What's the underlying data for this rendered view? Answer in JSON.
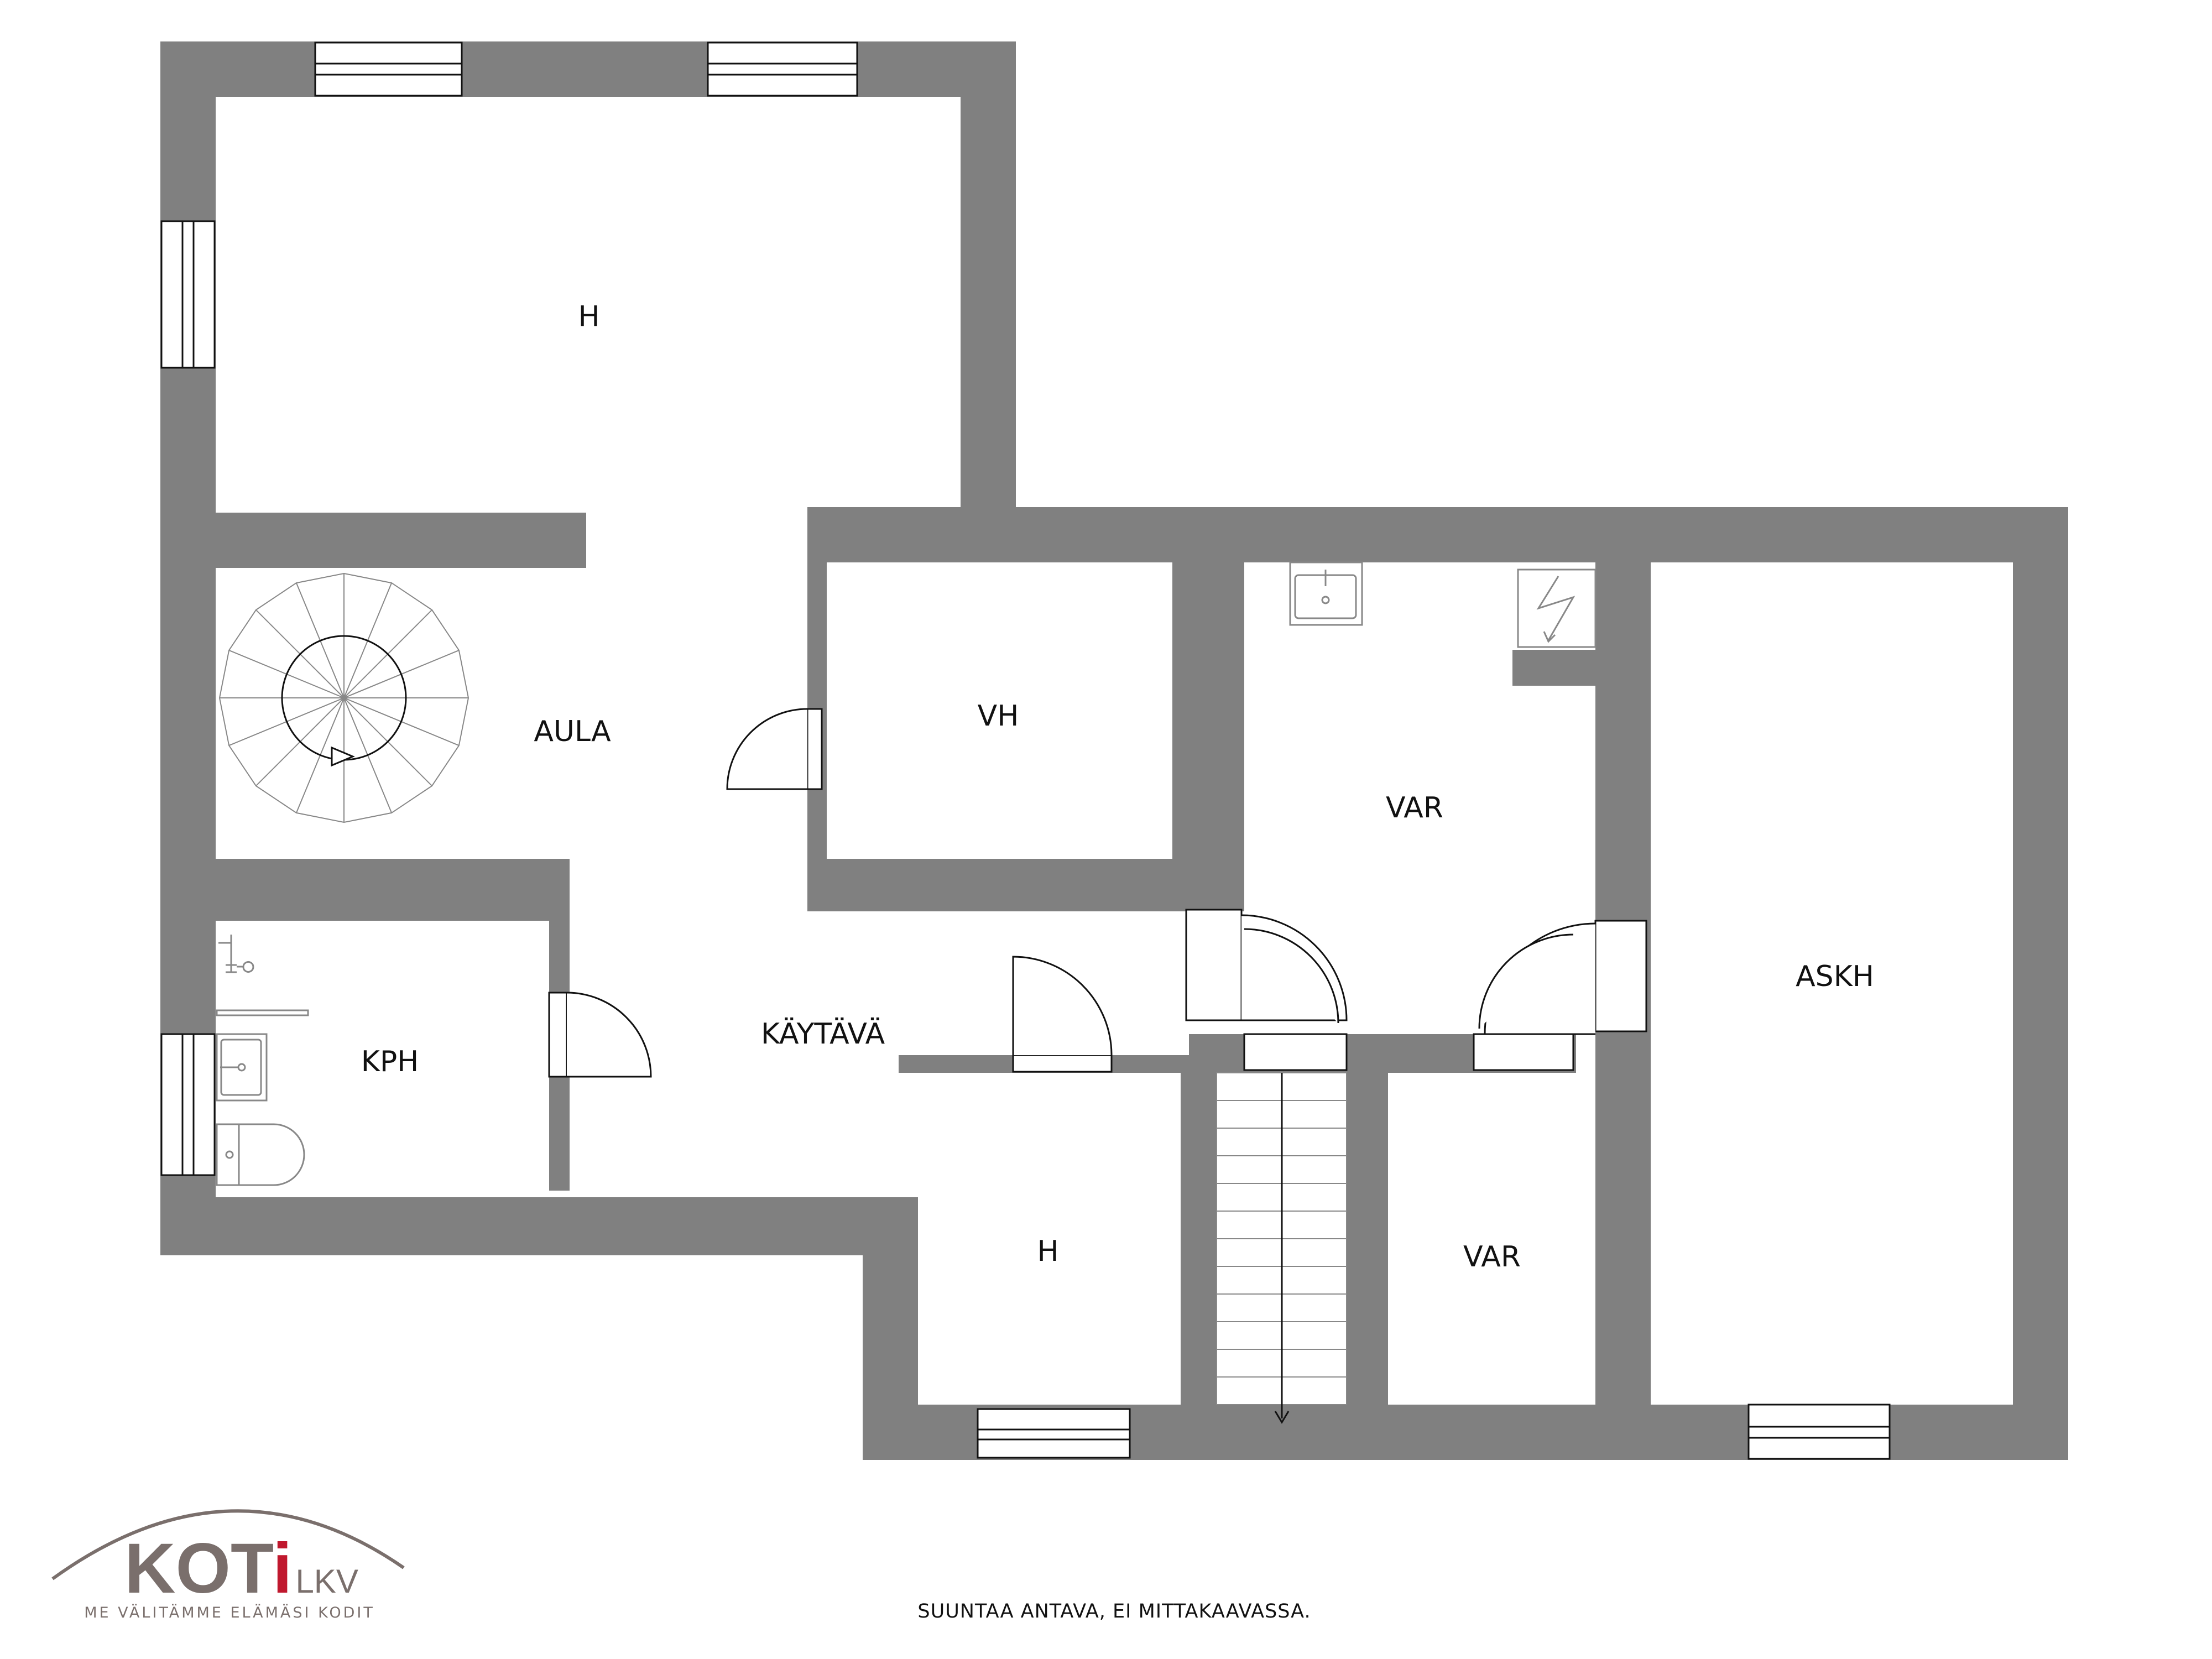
{
  "colors": {
    "wall": "#808080",
    "line": "#111111",
    "stair_line": "#888888",
    "logo_grey": "#7a6f6c",
    "logo_red": "#c0182e"
  },
  "rooms": {
    "h_top": "H",
    "aula": "AULA",
    "vh": "VH",
    "var_upper": "VAR",
    "kph": "KPH",
    "kaytava": "KÄYTÄVÄ",
    "h_bottom": "H",
    "var_lower": "VAR",
    "askh": "ASKH"
  },
  "caption": "SUUNTAA ANTAVA, EI MITTAKAAVASSA.",
  "logo": {
    "main": "KOT",
    "i": "i",
    "sub": "LKV",
    "tagline": "ME VÄLITÄMME ELÄMÄSI KODIT"
  }
}
